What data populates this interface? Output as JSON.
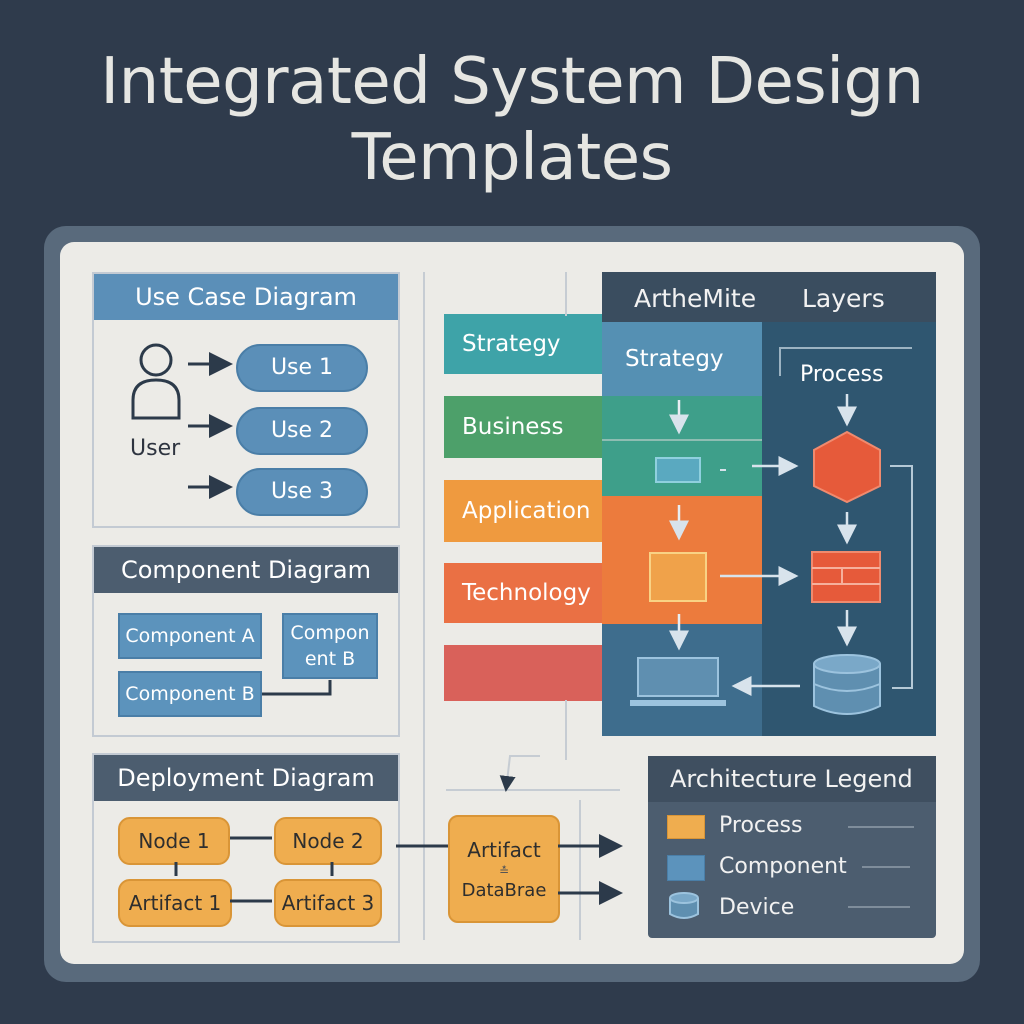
{
  "title": {
    "line1": "Integrated System Design",
    "line2": "Templates"
  },
  "use_case": {
    "header": "Use Case Diagram",
    "actor_label": "User",
    "uses": [
      "Use 1",
      "Use 2",
      "Use 3"
    ]
  },
  "component": {
    "header": "Component Diagram",
    "component_a": "Component A",
    "component_b_left": "Component B",
    "component_b_right": "Compon ent B"
  },
  "deployment": {
    "header": "Deployment Diagram",
    "node1": "Node 1",
    "node2": "Node 2",
    "artifact1": "Artifact 1",
    "artifact3": "Artifact 3"
  },
  "layers": {
    "header_left": "ArtheMite",
    "header_right": "Layers",
    "bands": [
      "Strategy",
      "Business",
      "Application",
      "Technology"
    ],
    "inner_strategy": "Strategy",
    "process_label": "Process"
  },
  "artifact_box": {
    "line1": "Artifact",
    "line2": "DataBrae"
  },
  "legend": {
    "header": "Architecture Legend",
    "items": [
      "Process",
      "Component",
      "Device"
    ]
  },
  "colors": {
    "background": "#2f3b4c",
    "panel": "#ecebe7",
    "blue_header": "#5b8fb8",
    "slate_header": "#4c5d6f",
    "strategy": "#3ea3a8",
    "business": "#4da06a",
    "application": "#ef9a3f",
    "technology": "#ea7044",
    "red": "#d9615a",
    "layers_dark": "#2f5670",
    "process_hex": "#e65a3a"
  },
  "icons": [
    "user-icon",
    "hexagon-process-icon",
    "table-component-icon",
    "database-icon",
    "laptop-icon",
    "orange-square-icon",
    "teal-rect-icon"
  ]
}
